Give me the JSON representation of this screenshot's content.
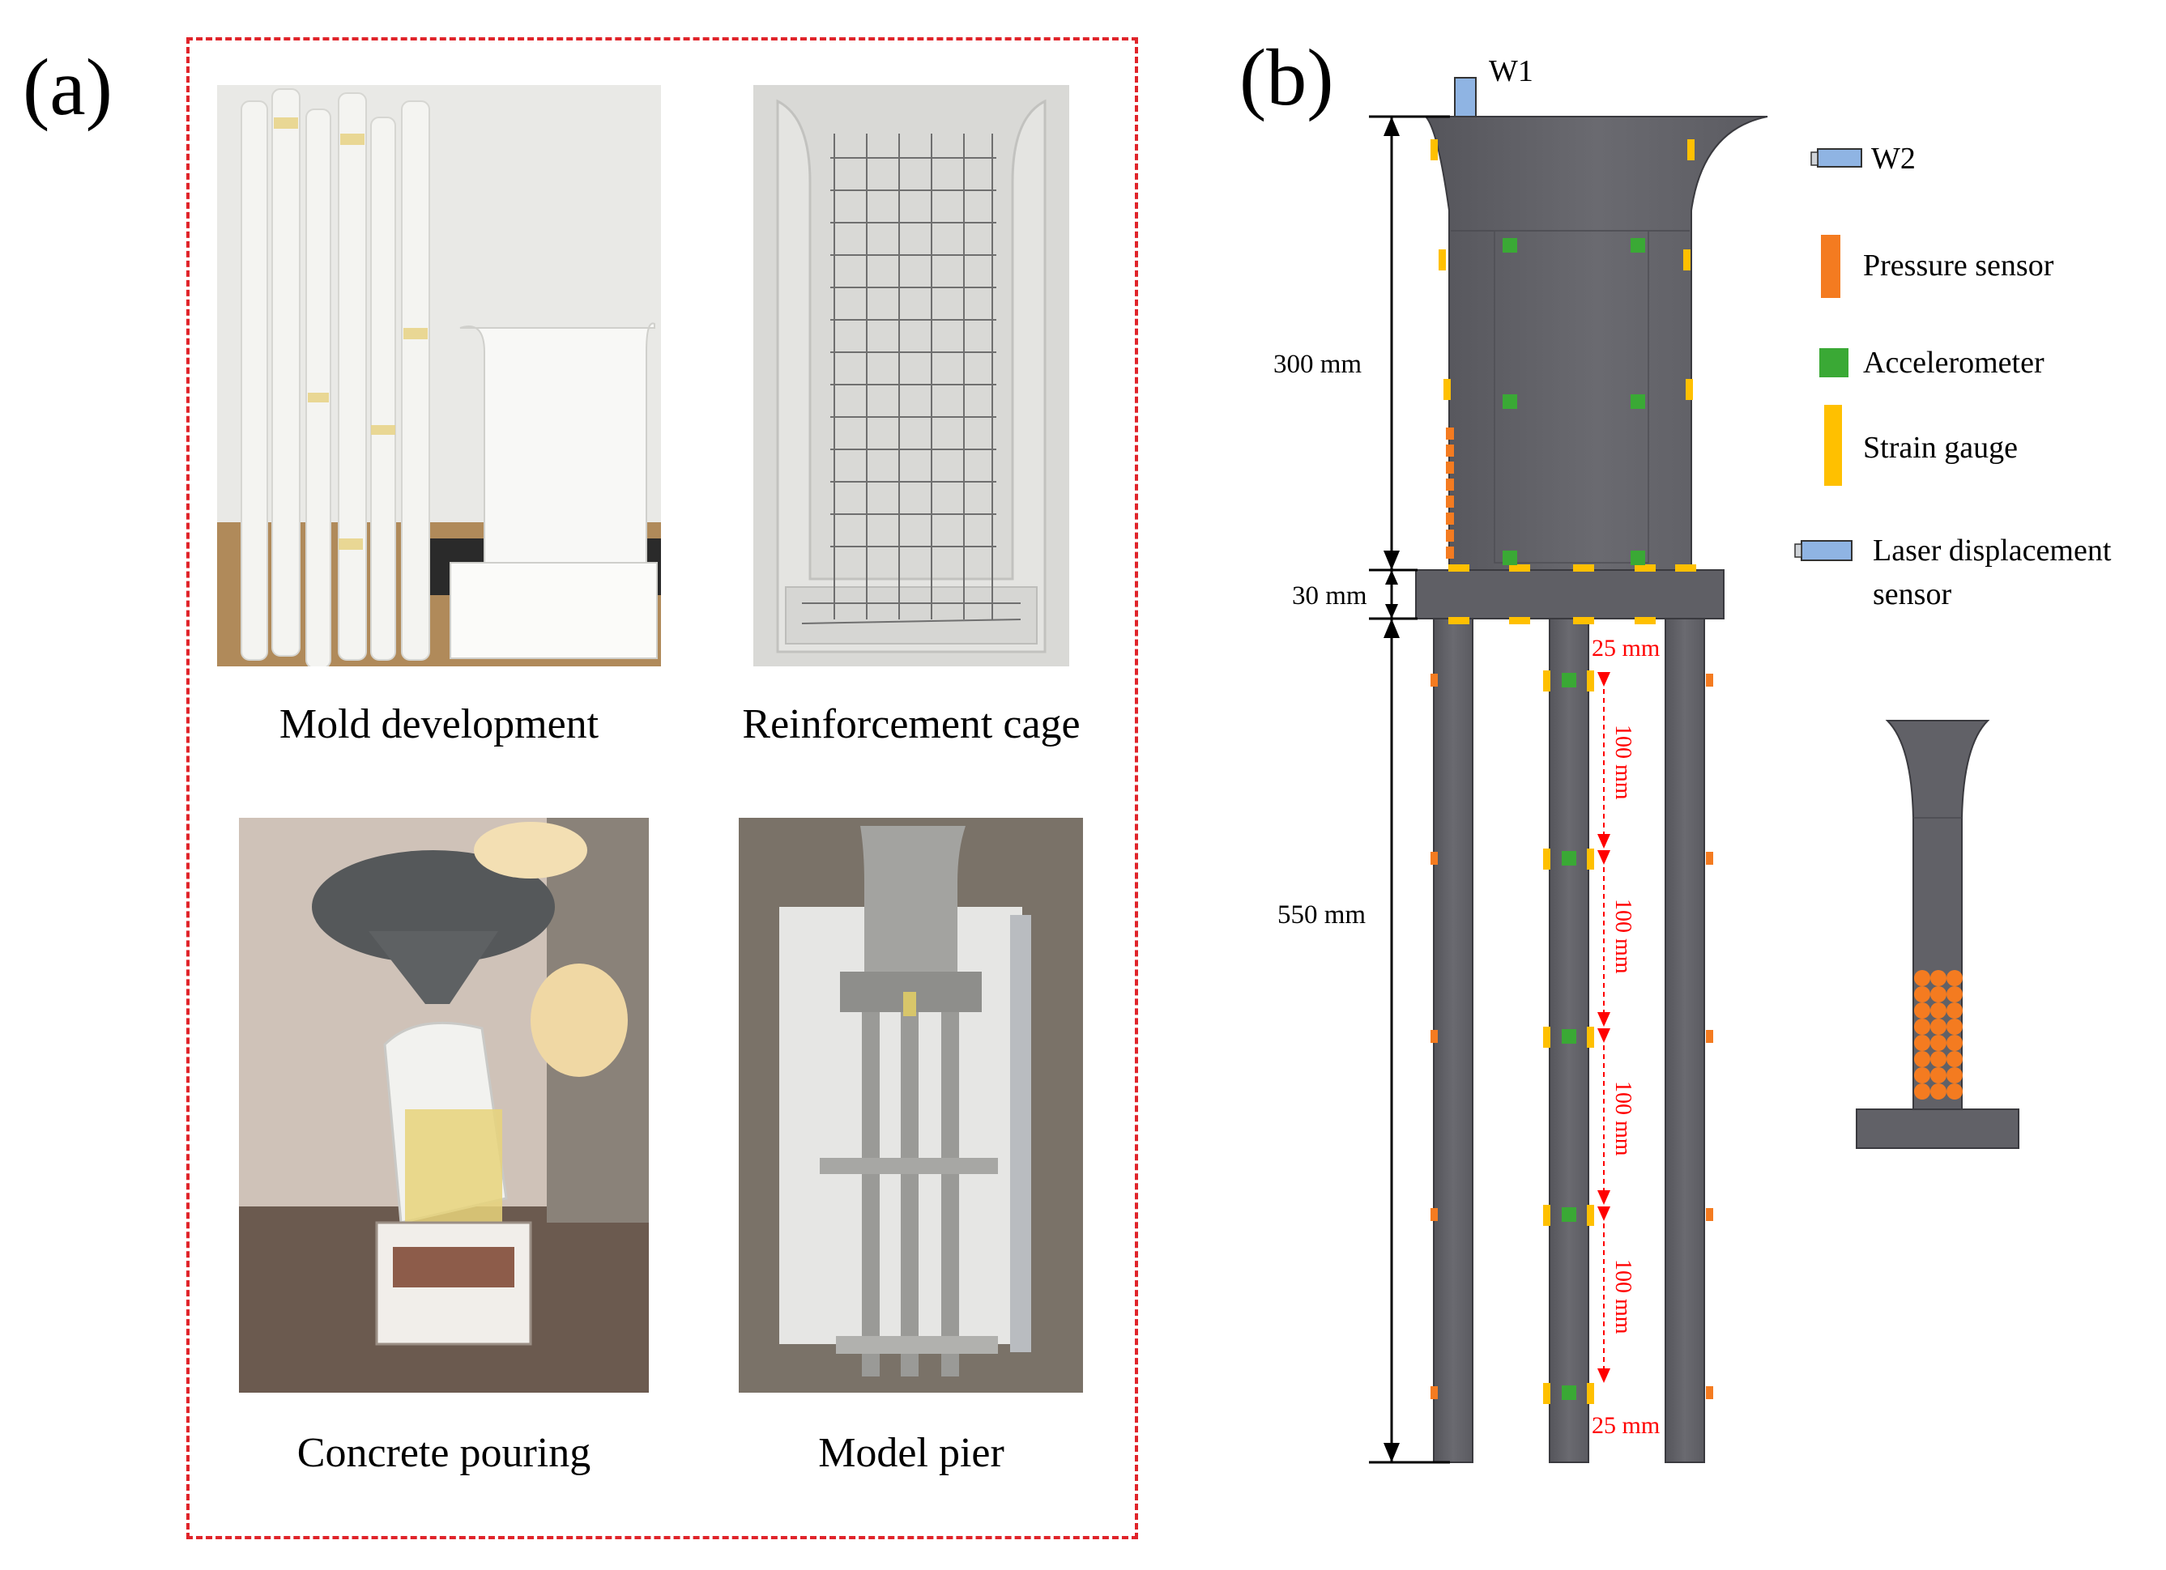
{
  "panel_a": {
    "label": "(a)",
    "captions": {
      "mold": "Mold development",
      "cage": "Reinforcement cage",
      "pouring": "Concrete pouring",
      "pier": "Model pier"
    }
  },
  "panel_b": {
    "label": "(b)",
    "sensors": {
      "w1": "W1",
      "w2": "W2"
    },
    "dimensions": {
      "cap": "300 mm",
      "plate": "30 mm",
      "piles": "550 mm",
      "top_offset": "25 mm",
      "spacing": [
        "100 mm",
        "100 mm",
        "100 mm",
        "100 mm"
      ],
      "bottom_offset": "25 mm"
    },
    "legend": {
      "pressure": "Pressure sensor",
      "accelerometer": "Accelerometer",
      "strain": "Strain gauge",
      "laser_line1": "Laser displacement",
      "laser_line2": "sensor"
    },
    "colors": {
      "pier": "#616167",
      "pressure": "#f47b20",
      "accelerometer": "#3aa935",
      "strain": "#ffc000",
      "laser": "#8fb4e3",
      "dimension_red": "#ff0000"
    }
  }
}
